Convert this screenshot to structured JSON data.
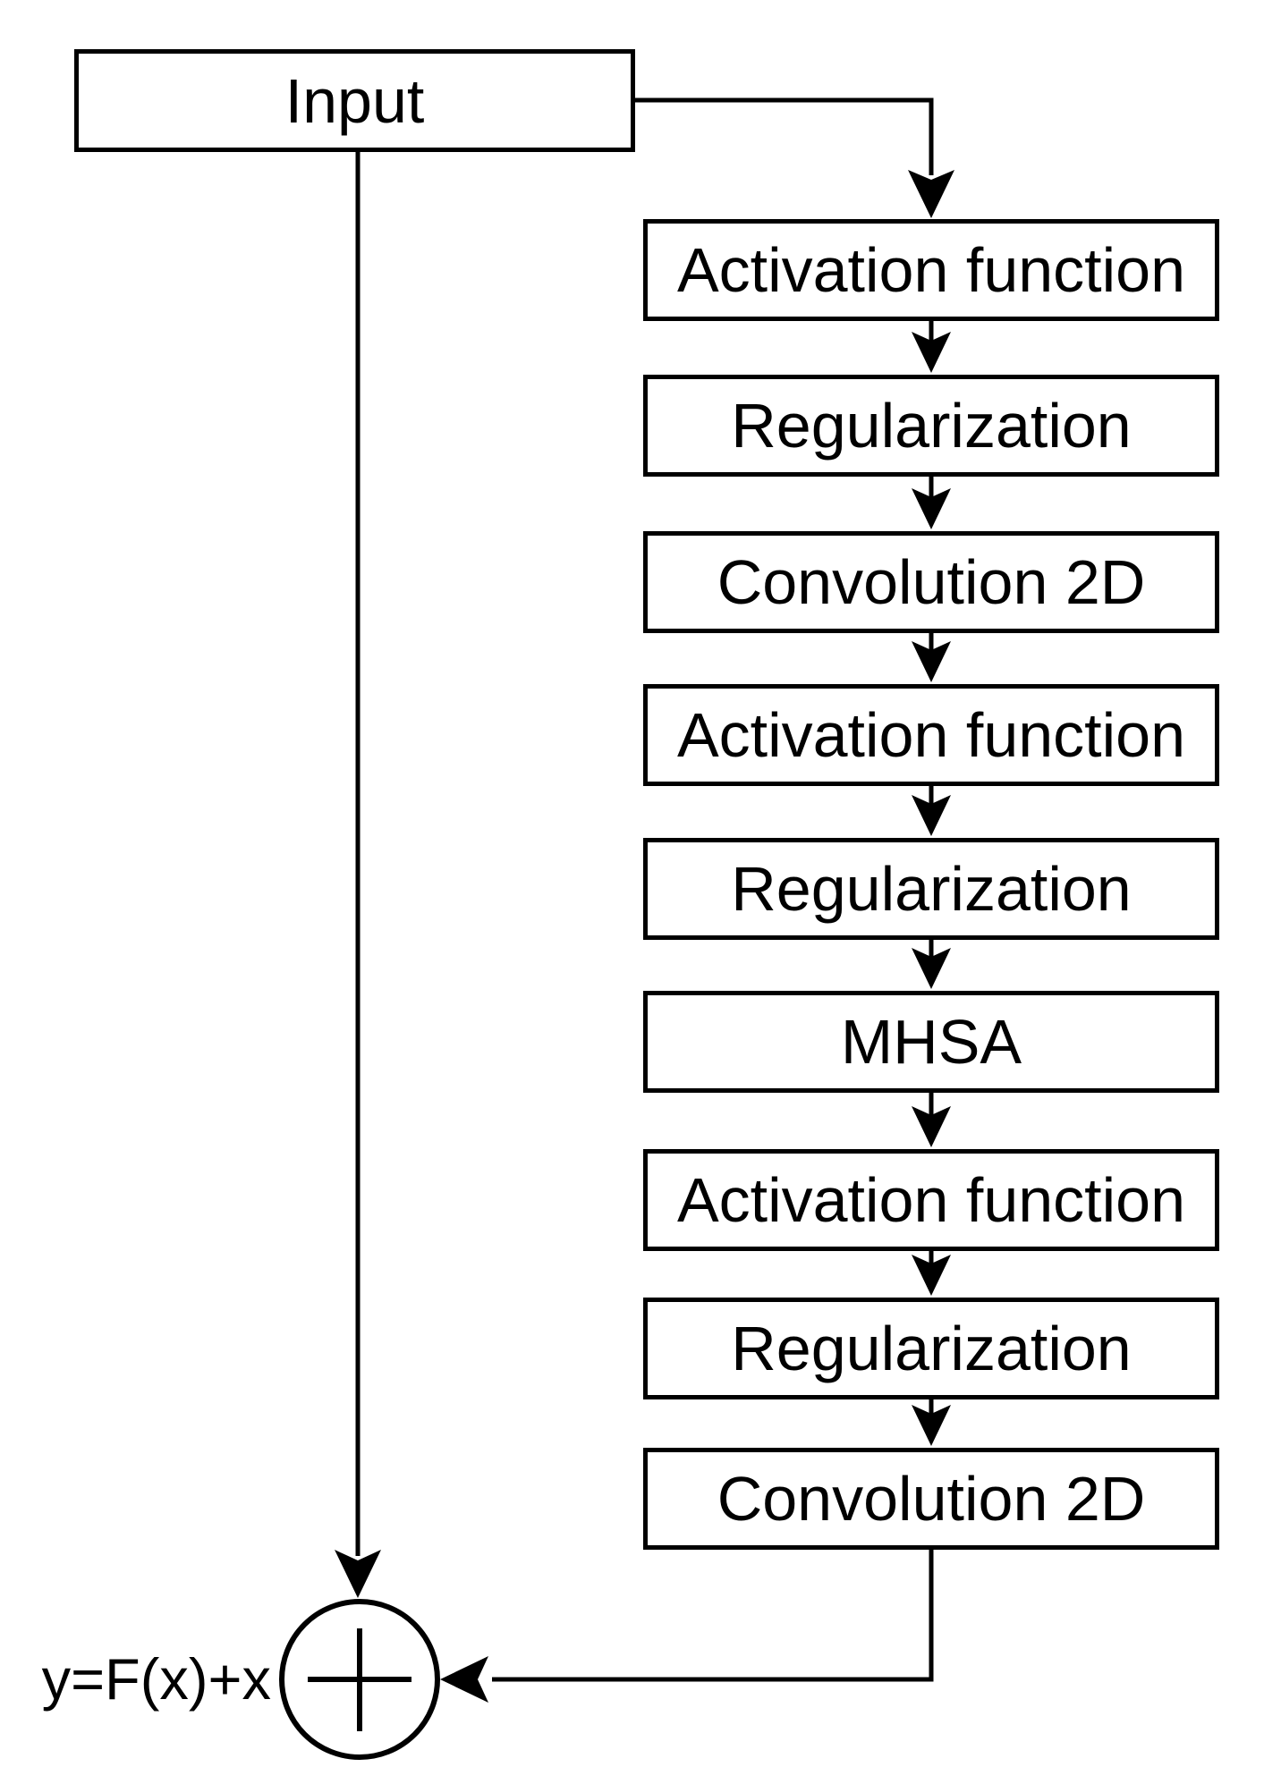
{
  "diagram": {
    "input_label": "Input",
    "steps": [
      "Activation function",
      "Regularization",
      "Convolution 2D",
      "Activation function",
      "Regularization",
      "MHSA",
      "Activation function",
      "Regularization",
      "Convolution 2D"
    ],
    "output_formula": "y=F(x)+x",
    "adder_operator": "+",
    "colors": {
      "line": "#000000",
      "text": "#000000",
      "box_border": "#000000",
      "background": "#ffffff"
    }
  }
}
